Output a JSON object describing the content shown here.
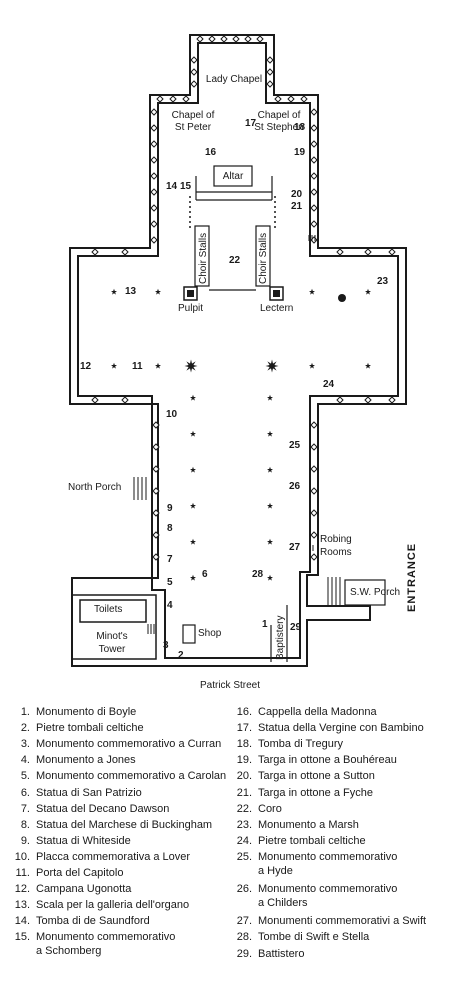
{
  "plan_labels": {
    "lady_chapel": "Lady Chapel",
    "chapel_st_peter": "Chapel of St Peter",
    "chapel_st_stephen": "Chapel of St Stephen",
    "altar": "Altar",
    "choir_stalls": "Choir Stalls",
    "pulpit": "Pulpit",
    "lectern": "Lectern",
    "north_porch": "North Porch",
    "robing_rooms": "Robing Rooms",
    "sw_porch": "S.W. Porch",
    "entrance": "ENTRANCE",
    "toilets": "Toilets",
    "minots_tower": "Minot's Tower",
    "shop": "Shop",
    "baptistery": "Baptistery",
    "patrick_street": "Patrick Street"
  },
  "markers": [
    "1",
    "2",
    "3",
    "4",
    "5",
    "6",
    "7",
    "8",
    "9",
    "10",
    "11",
    "12",
    "13",
    "14",
    "15",
    "16",
    "17",
    "18",
    "19",
    "20",
    "21",
    "22",
    "23",
    "24",
    "25",
    "26",
    "27",
    "28",
    "29"
  ],
  "legend": [
    {
      "n": "1.",
      "text": "Monumento di Boyle"
    },
    {
      "n": "2.",
      "text": "Pietre tombali celtiche"
    },
    {
      "n": "3.",
      "text": "Monumento commemorativo a Curran"
    },
    {
      "n": "4.",
      "text": "Monumento a Jones"
    },
    {
      "n": "5.",
      "text": "Monumento commemorativo a Carolan"
    },
    {
      "n": "6.",
      "text": "Statua di San Patrizio"
    },
    {
      "n": "7.",
      "text": "Statua del Decano Dawson"
    },
    {
      "n": "8.",
      "text": "Statua del Marchese di Buckingham"
    },
    {
      "n": "9.",
      "text": "Statua di Whiteside"
    },
    {
      "n": "10.",
      "text": "Placca commemorativa a Lover"
    },
    {
      "n": "11.",
      "text": "Porta del Capitolo"
    },
    {
      "n": "12.",
      "text": "Campana Ugonotta"
    },
    {
      "n": "13.",
      "text": "Scala per la galleria dell'organo"
    },
    {
      "n": "14.",
      "text": "Tomba di de Saundford"
    },
    {
      "n": "15.",
      "text": "Monumento commemorativo",
      "text2": "a Schomberg"
    },
    {
      "n": "16.",
      "text": "Cappella della Madonna"
    },
    {
      "n": "17.",
      "text": "Statua della Vergine con Bambino"
    },
    {
      "n": "18.",
      "text": "Tomba di Tregury"
    },
    {
      "n": "19.",
      "text": "Targa in ottone a Bouhéreau"
    },
    {
      "n": "20.",
      "text": "Targa in ottone a Sutton"
    },
    {
      "n": "21.",
      "text": "Targa in ottone a Fyche"
    },
    {
      "n": "22.",
      "text": "Coro"
    },
    {
      "n": "23.",
      "text": "Monumento a Marsh"
    },
    {
      "n": "24.",
      "text": "Pietre tombali celtiche"
    },
    {
      "n": "25.",
      "text": "Monumento commemorativo",
      "text2": "a Hyde"
    },
    {
      "n": "26.",
      "text": "Monumento commemorativo",
      "text2": "a Childers"
    },
    {
      "n": "27.",
      "text": "Monumenti commemorativi a Swift"
    },
    {
      "n": "28.",
      "text": "Tombe di Swift e Stella"
    },
    {
      "n": "29.",
      "text": "Battistero"
    }
  ]
}
